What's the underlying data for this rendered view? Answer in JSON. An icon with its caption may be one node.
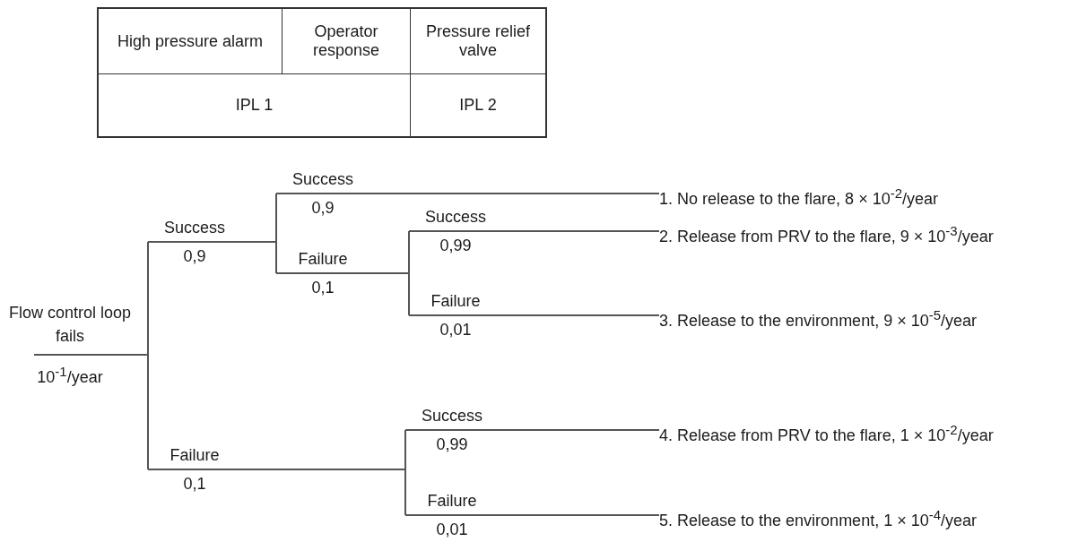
{
  "diagram": {
    "nodes": [
      {
        "text": [
          "Flow control loop fails"
        ],
        "beside": [
          "10$^{-1}$/year"
        ]
      },
      {
        "text": [
          "Success",
          "0,9"
        ]
      },
      {
        "text": [
          "Success",
          "0,9"
        ]
      },
      {
        "text": [
          "Failure",
          "0,1"
        ]
      },
      {
        "text": [
          "Success",
          "0,99"
        ]
      },
      {
        "text": [
          "Failure",
          "0,01"
        ]
      },
      {
        "text": [
          "Failure",
          "0,1"
        ]
      },
      {
        "text": [
          "Success",
          "0,99"
        ]
      },
      {
        "text": [
          "Failure",
          "0,01"
        ]
      },
      {
        "text": [
          "1. No release to the flare, 8 × 10$^{-2}$/year"
        ]
      },
      {
        "text": [
          "2. Release from PRV to the flare, 9 × 10$^{-3}$/year"
        ]
      },
      {
        "text": [
          "3. Release to the environment, 9 × 10$^{-5}$/year"
        ]
      },
      {
        "text": [
          "4. Release from PRV to the flare, 1 × 10$^{-2}$/year"
        ]
      },
      {
        "text": [
          "5. Release to the environment, 1 × 10$^{-4}$/year"
        ]
      }
    ],
    "edges": [
      {
        "from": 0,
        "to": 1,
        "arrow": "none"
      },
      {
        "from": 0,
        "to": 6,
        "arrow": "none"
      },
      {
        "from": 1,
        "to": 2,
        "arrow": "none"
      },
      {
        "from": 1,
        "to": 3,
        "arrow": "none"
      },
      {
        "from": 3,
        "to": 4,
        "arrow": "none"
      },
      {
        "from": 3,
        "to": 5,
        "arrow": "none"
      },
      {
        "from": 6,
        "to": 7,
        "arrow": "none"
      },
      {
        "from": 6,
        "to": 8,
        "arrow": "none"
      },
      {
        "from": 2,
        "to": 9,
        "arrow": "none"
      },
      {
        "from": 4,
        "to": 10,
        "arrow": "none"
      },
      {
        "from": 5,
        "to": 11,
        "arrow": "none"
      },
      {
        "from": 7,
        "to": 12,
        "arrow": "none"
      },
      {
        "from": 8,
        "to": 13,
        "arrow": "none"
      }
    ],
    "labels": [
      "High pressure alarm",
      "Operator response",
      "Pressure relief valve",
      "IPL 1",
      "IPL 2"
    ]
  }
}
